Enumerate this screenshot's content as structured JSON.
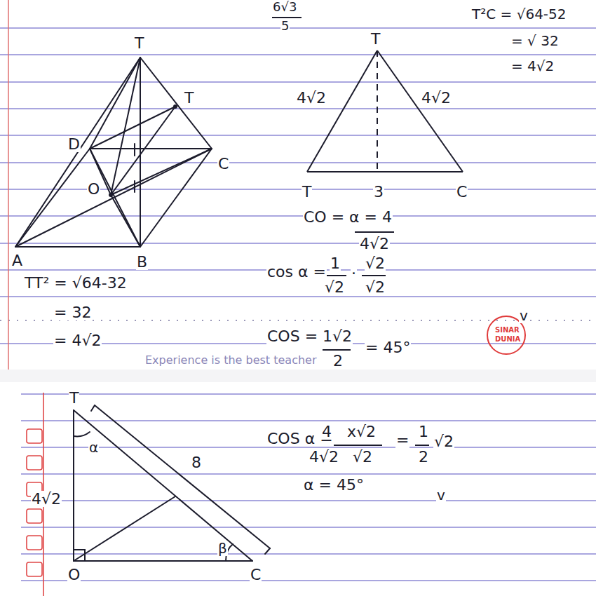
{
  "diagram": {
    "labels": [
      "T",
      "T",
      "D",
      "C",
      "O",
      "A",
      "B",
      "6√3",
      "5",
      "T²C = √64-52",
      "= √ 32",
      "= 4√2",
      "T",
      "4√2",
      "4√2",
      "T",
      "3",
      "C",
      "CO = α = 4",
      "4√2",
      "TT² = √64-32",
      "= 32",
      "= 4√2",
      "cos α =",
      "1",
      "√2",
      "·",
      "√2",
      "√2",
      "COS = 1√2",
      "2",
      "= 45°",
      "Experience is the best teacher",
      "SINAR",
      "DUNIA",
      "v",
      "T",
      "α",
      "8",
      "4√2",
      "β",
      "O",
      "C",
      "COS α =",
      "4",
      "4√2",
      "x√2",
      "√2",
      "=",
      "1",
      "2",
      "√2",
      "α = 45°",
      "v"
    ]
  }
}
